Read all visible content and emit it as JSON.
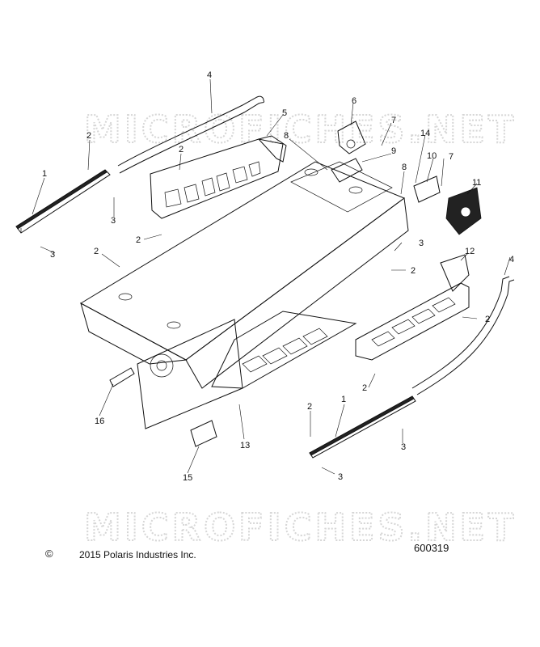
{
  "watermark": "MICROFICHES.NET",
  "footer": {
    "copyright_symbol": "©",
    "copyright_text": "2015 Polaris Industries Inc.",
    "drawing_number": "600319"
  },
  "callouts": [
    {
      "id": "c1a",
      "label": "1"
    },
    {
      "id": "c1b",
      "label": "1"
    },
    {
      "id": "c2a",
      "label": "2"
    },
    {
      "id": "c2b",
      "label": "2"
    },
    {
      "id": "c2c",
      "label": "2"
    },
    {
      "id": "c2d",
      "label": "2"
    },
    {
      "id": "c2e",
      "label": "2"
    },
    {
      "id": "c2f",
      "label": "2"
    },
    {
      "id": "c2g",
      "label": "2"
    },
    {
      "id": "c2h",
      "label": "2"
    },
    {
      "id": "c3a",
      "label": "3"
    },
    {
      "id": "c3b",
      "label": "3"
    },
    {
      "id": "c3c",
      "label": "3"
    },
    {
      "id": "c3d",
      "label": "3"
    },
    {
      "id": "c3e",
      "label": "3"
    },
    {
      "id": "c4a",
      "label": "4"
    },
    {
      "id": "c4b",
      "label": "4"
    },
    {
      "id": "c5",
      "label": "5"
    },
    {
      "id": "c6",
      "label": "6"
    },
    {
      "id": "c7a",
      "label": "7"
    },
    {
      "id": "c7b",
      "label": "7"
    },
    {
      "id": "c8a",
      "label": "8"
    },
    {
      "id": "c8b",
      "label": "8"
    },
    {
      "id": "c9",
      "label": "9"
    },
    {
      "id": "c10",
      "label": "10"
    },
    {
      "id": "c11",
      "label": "11"
    },
    {
      "id": "c12",
      "label": "12"
    },
    {
      "id": "c13",
      "label": "13"
    },
    {
      "id": "c14",
      "label": "14"
    },
    {
      "id": "c15",
      "label": "15"
    },
    {
      "id": "c16",
      "label": "16"
    }
  ]
}
